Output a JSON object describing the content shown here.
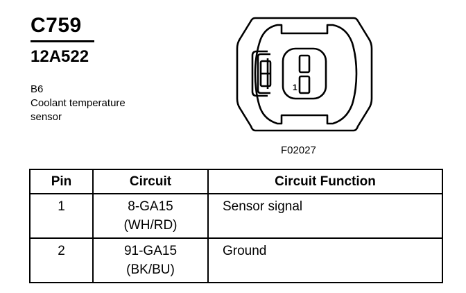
{
  "connector": {
    "id": "C759",
    "part_number": "12A522",
    "description_lines": [
      "B6",
      "Coolant temperature",
      "sensor"
    ],
    "figure_ref": "F02027",
    "pin_marker": "1"
  },
  "table": {
    "headers": [
      "Pin",
      "Circuit",
      "Circuit Function"
    ],
    "rows": [
      {
        "pin": "1",
        "circuit": "8-GA15",
        "color": "(WH/RD)",
        "function": "Sensor signal"
      },
      {
        "pin": "2",
        "circuit": "91-GA15",
        "color": "(BK/BU)",
        "function": "Ground"
      }
    ]
  }
}
